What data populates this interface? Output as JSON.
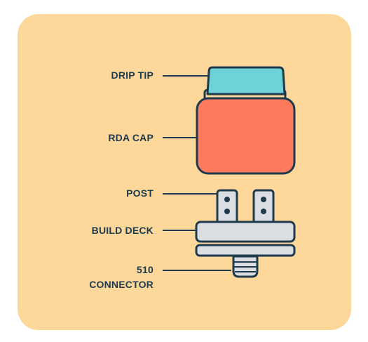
{
  "labels": {
    "drip_tip": "DRIP TIP",
    "rda_cap": "RDA CAP",
    "post": "POST",
    "build_deck": "BUILD DECK",
    "connector_line1": "510",
    "connector_line2": "CONNECTOR"
  },
  "colors": {
    "background": "#FDD89A",
    "outline": "#1F3A4D",
    "drip_tip": "#6DD3D8",
    "drip_tip_band": "#FDD89A",
    "rda_cap": "#FD7A5D",
    "metal": "#DADDE2"
  }
}
